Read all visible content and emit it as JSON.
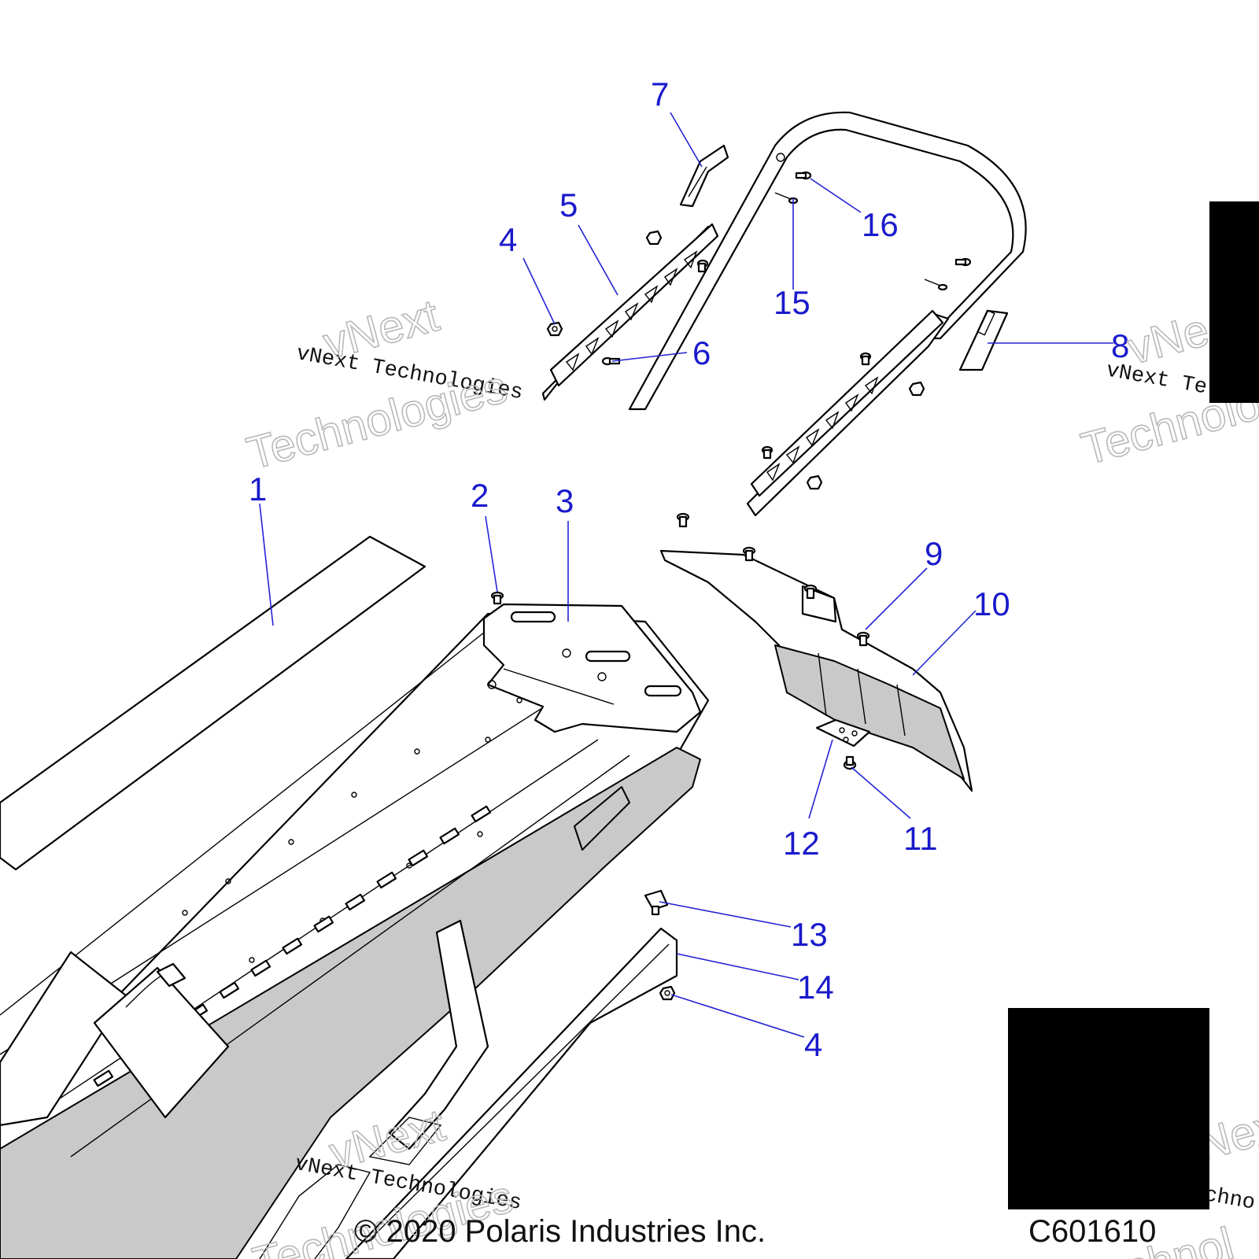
{
  "callouts": [
    {
      "id": "c1",
      "label": "1"
    },
    {
      "id": "c2",
      "label": "2"
    },
    {
      "id": "c3",
      "label": "3"
    },
    {
      "id": "c4a",
      "label": "4"
    },
    {
      "id": "c4b",
      "label": "4"
    },
    {
      "id": "c5",
      "label": "5"
    },
    {
      "id": "c6",
      "label": "6"
    },
    {
      "id": "c7",
      "label": "7"
    },
    {
      "id": "c8",
      "label": "8"
    },
    {
      "id": "c9",
      "label": "9"
    },
    {
      "id": "c10",
      "label": "10"
    },
    {
      "id": "c11",
      "label": "11"
    },
    {
      "id": "c12",
      "label": "12"
    },
    {
      "id": "c13",
      "label": "13"
    },
    {
      "id": "c14",
      "label": "14"
    },
    {
      "id": "c15",
      "label": "15"
    },
    {
      "id": "c16",
      "label": "16"
    }
  ],
  "watermark": {
    "script_text": "vNext Technologies",
    "outline_line1": "vNext",
    "outline_line2": "Technologies",
    "partial_script": "vNext Te",
    "partial_outline_top": "vNe",
    "partial_outline_bottom": "Technolo",
    "partial_right_top": "Next",
    "partial_right_bottom": "Technol",
    "partial_right_script": "chno"
  },
  "footer": {
    "copyright": "© 2020 Polaris Industries Inc.",
    "diagram_code": "C601610"
  },
  "colors": {
    "callout": "#1a1acc",
    "leader": "#2424d6",
    "line": "#000000",
    "shade": "#c9c9c9",
    "redaction": "#000000"
  }
}
